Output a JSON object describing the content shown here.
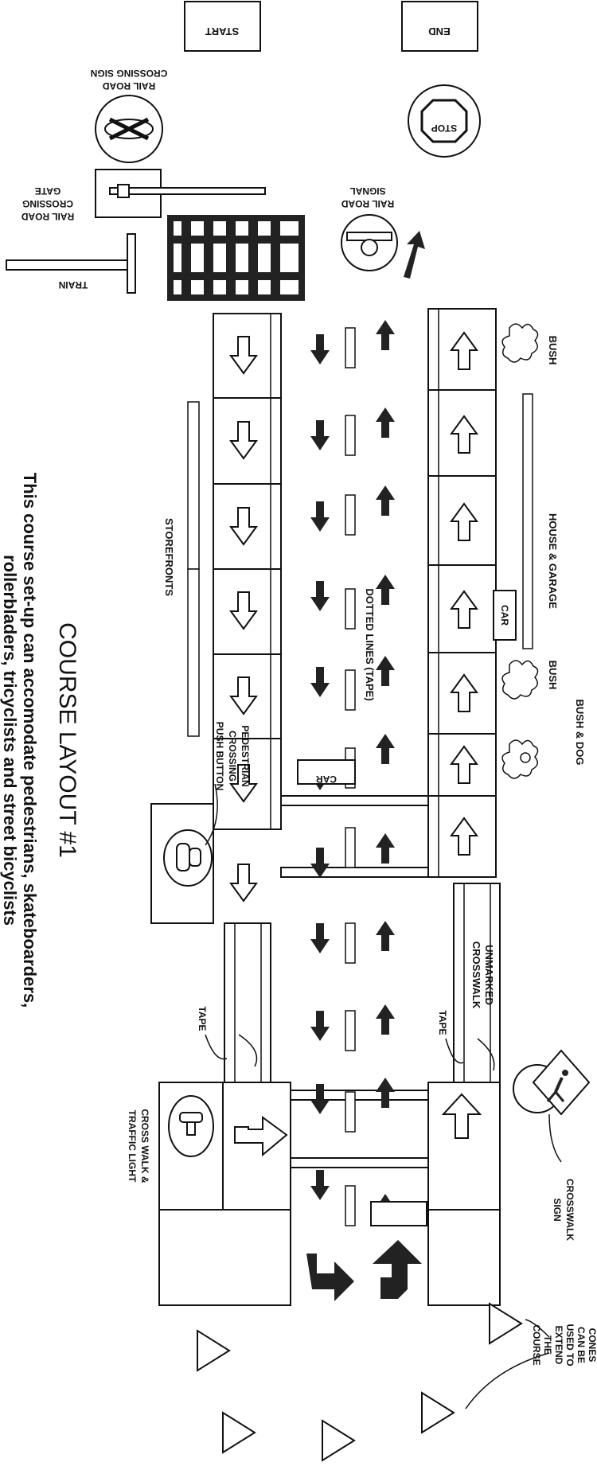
{
  "title": "COURSE LAYOUT #1",
  "caption_line1": "This course set-up can accomodate pedestrians, skateboarders,",
  "caption_line2": "rollerbladers, tricyclists and street bicyclists",
  "labels": {
    "start": "START",
    "end": "END",
    "stop": "STOP",
    "rr_sign_1": "RAIL ROAD",
    "rr_sign_2": "CROSSING SIGN",
    "gate_1": "RAIL ROAD",
    "gate_2": "CROSSING",
    "gate_3": "GATE",
    "signal_1": "RAIL ROAD",
    "signal_2": "SIGNAL",
    "train": "TRAIN",
    "bush_top": "BUSH",
    "house": "HOUSE & GARAGE",
    "car_top": "CAR",
    "bush_mid": "BUSH",
    "bush_dog": "BUSH & DOG",
    "storefronts": "STOREFRONTS",
    "dotted": "DOTTED LINES (TAPE)",
    "car_mid": "CAR",
    "ped_1": "PEDESTRIAN",
    "ped_2": "CROSSING",
    "ped_3": "PUSH BUTTON",
    "unmarked_1": "UNMARKED",
    "unmarked_2": "CROSSWALK",
    "tape_left": "TAPE",
    "tape_right": "TAPE",
    "crosswalk_light_1": "CROSS WALK &",
    "crosswalk_light_2": "TRAFFIC LIGHT",
    "crosswalk_sign_1": "CROSSWALK",
    "crosswalk_sign_2": "SIGN",
    "cones_1": "CONES",
    "cones_2": "CAN BE",
    "cones_3": "USED TO",
    "cones_4": "EXTEND",
    "cones_5": "THE",
    "cones_6": "COURSE"
  }
}
